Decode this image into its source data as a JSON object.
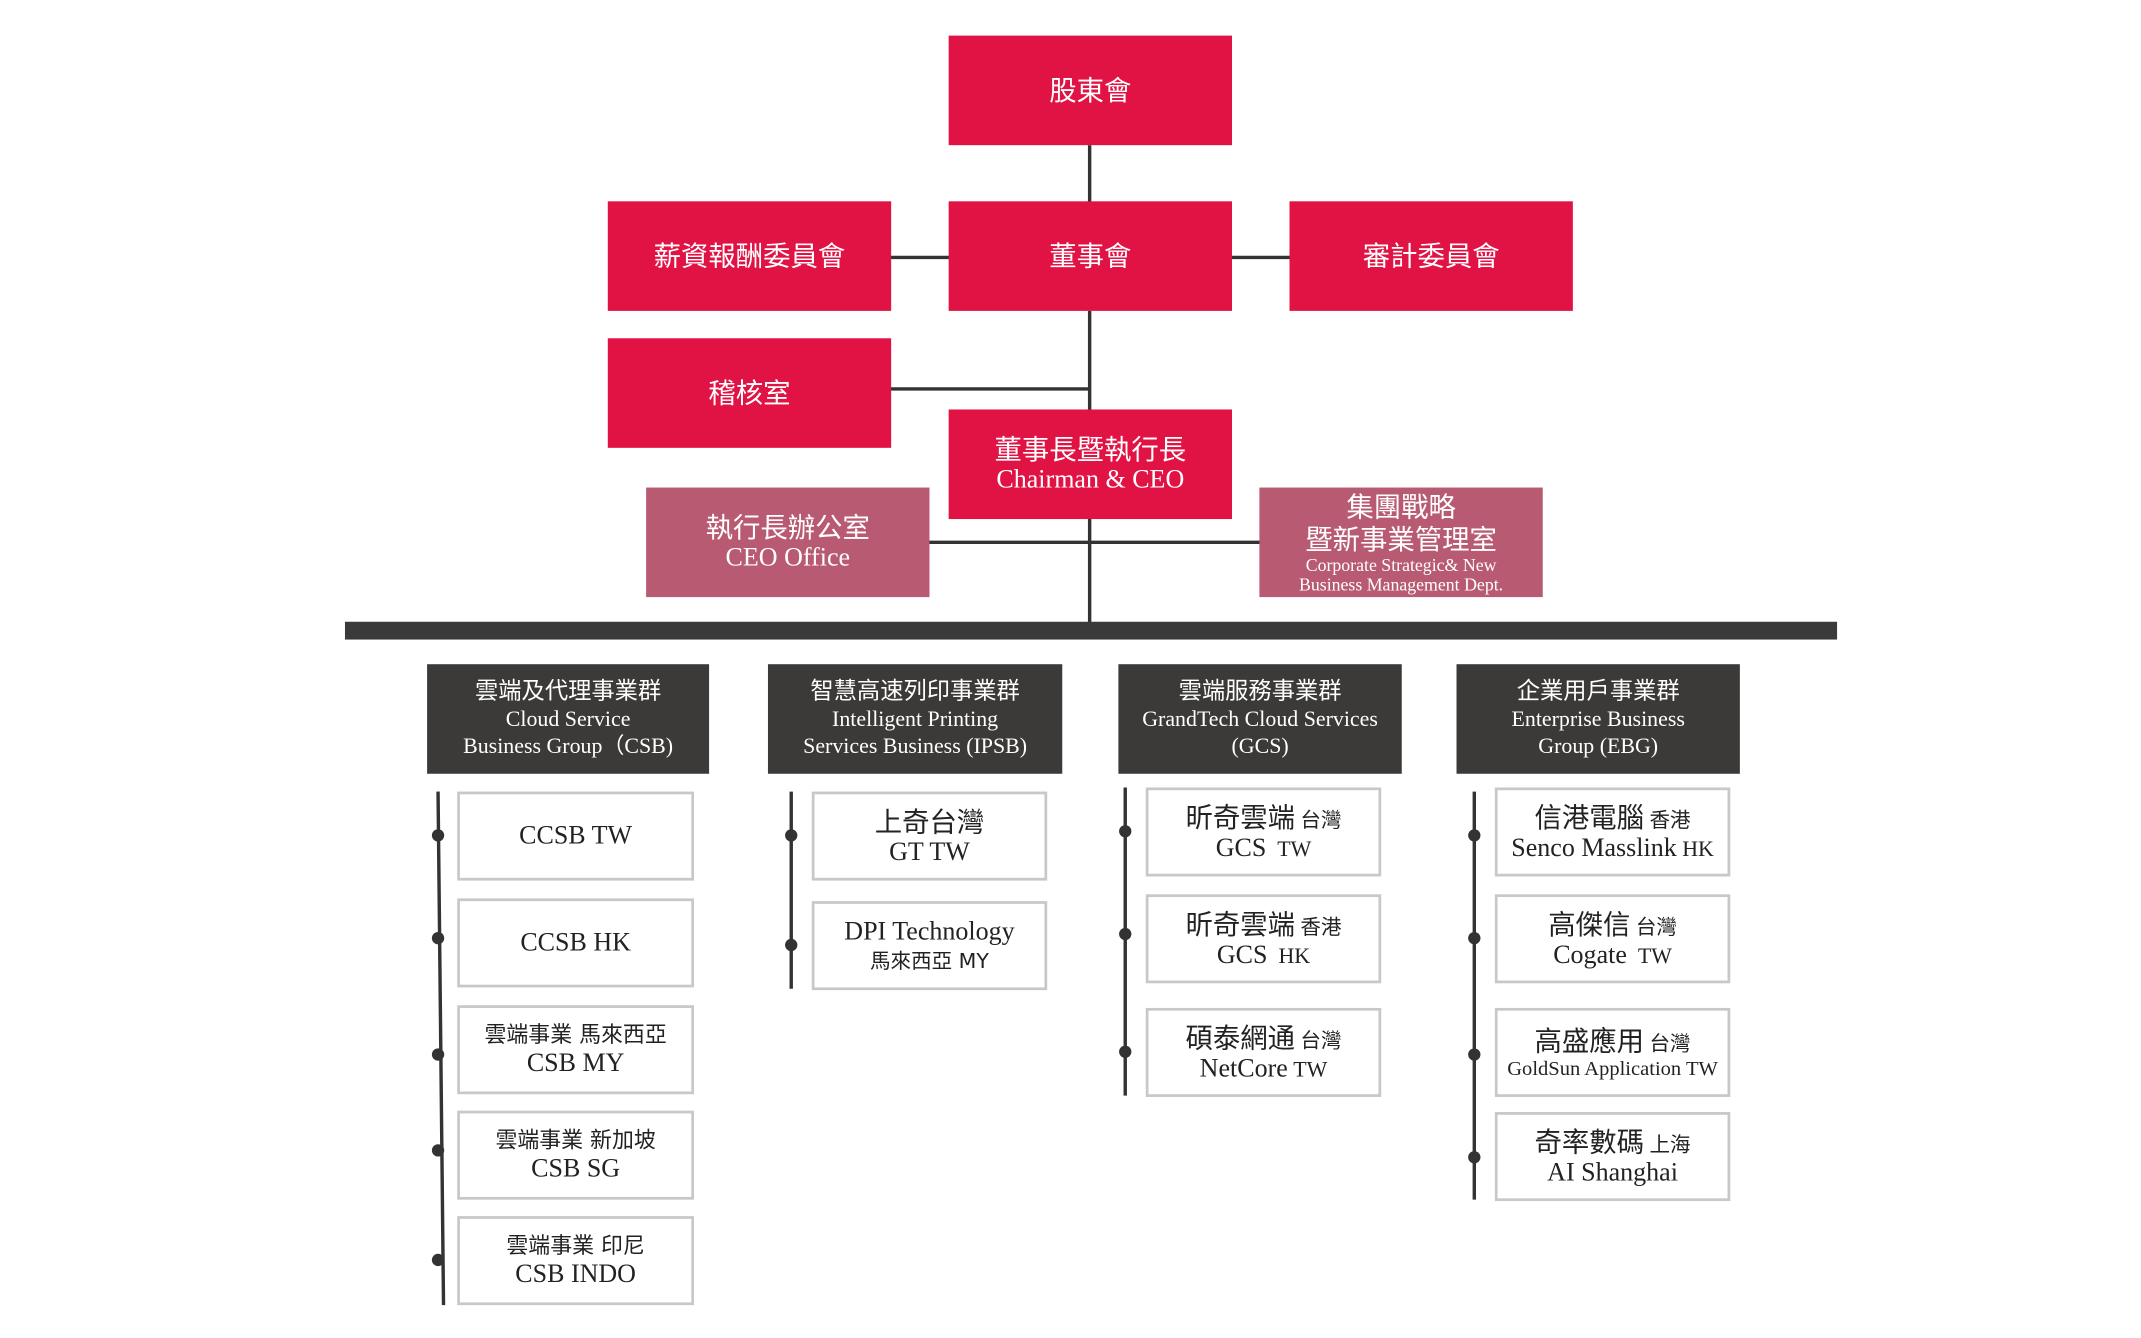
{
  "top": {
    "shareholders": "股東會",
    "board": "董事會",
    "compensation": "薪資報酬委員會",
    "audit": "審計委員會",
    "internal_audit": "稽核室",
    "chairman_zh": "董事長暨執行長",
    "chairman_en": "Chairman & CEO",
    "ceo_office_zh": "執行長辦公室",
    "ceo_office_en": "CEO Office",
    "strategy_zh_1": "集團戰略",
    "strategy_zh_2": "暨新事業管理室",
    "strategy_en_1": "Corporate Strategic& New",
    "strategy_en_2": "Business Management Dept."
  },
  "groups": {
    "csb": {
      "zh": "雲端及代理事業群",
      "en_1": "Cloud Service",
      "en_2": "Business Group（CSB)"
    },
    "ipsb": {
      "zh": "智慧高速列印事業群",
      "en_1": "Intelligent Printing",
      "en_2": "Services Business (IPSB)"
    },
    "gcs": {
      "zh": "雲端服務事業群",
      "en_1": "GrandTech Cloud Services",
      "en_2": "(GCS)"
    },
    "ebg": {
      "zh": "企業用戶事業群",
      "en_1": "Enterprise Business",
      "en_2": "Group (EBG)"
    }
  },
  "units": {
    "csb_tw": {
      "name": "CCSB TW"
    },
    "csb_hk": {
      "name": "CCSB HK"
    },
    "csb_my": {
      "zh": "雲端事業",
      "loc": "馬來西亞",
      "en": "CSB MY"
    },
    "csb_sg": {
      "zh": "雲端事業",
      "loc": "新加坡",
      "en": "CSB SG"
    },
    "csb_indo": {
      "zh": "雲端事業",
      "loc": "印尼",
      "en": "CSB INDO"
    },
    "ipsb_tw": {
      "zh": "上奇台灣",
      "en": "GT TW"
    },
    "ipsb_my": {
      "en": "DPI Technology",
      "loc": "馬來西亞 MY"
    },
    "gcs_tw": {
      "zh": "昕奇雲端",
      "loc": "台灣",
      "en": "GCS",
      "en_loc": "TW"
    },
    "gcs_hk": {
      "zh": "昕奇雲端",
      "loc": "香港",
      "en": "GCS",
      "en_loc": "HK"
    },
    "gcs_netcore": {
      "zh": "碩泰網通",
      "loc": "台灣",
      "en": "NetCore",
      "en_loc": "TW"
    },
    "ebg_senco": {
      "zh": "信港電腦",
      "loc": "香港",
      "en": "Senco Masslink",
      "en_loc": "HK"
    },
    "ebg_cogate": {
      "zh": "高傑信",
      "loc": "台灣",
      "en": "Cogate",
      "en_loc": "TW"
    },
    "ebg_goldsun": {
      "zh": "高盛應用",
      "loc": "台灣",
      "en": "GoldSun Application TW"
    },
    "ebg_ai": {
      "zh": "奇率數碼",
      "loc": "上海",
      "en": "AI Shanghai"
    }
  },
  "colors": {
    "governance_red": "#e11244",
    "staff_pink": "#b85a72",
    "group_dark": "#3b3a38",
    "connector": "#333333",
    "unit_border": "#c8c8c8"
  }
}
